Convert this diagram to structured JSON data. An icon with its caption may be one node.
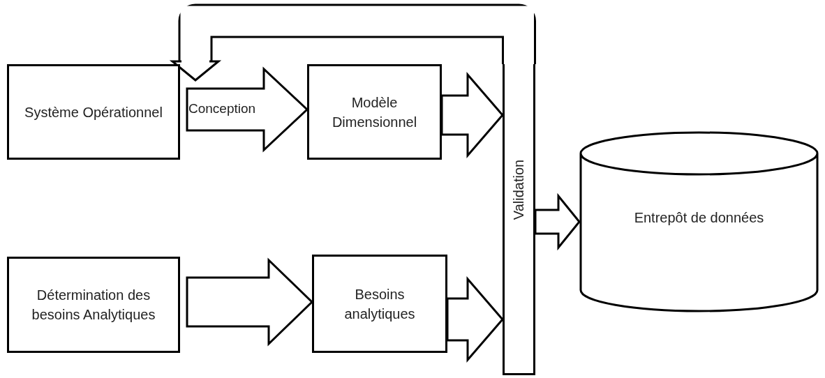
{
  "diagram": {
    "nodes": [
      {
        "text": [
          "Système Opérationnel"
        ]
      },
      {
        "text": [
          "Modèle Dimensionnel"
        ]
      },
      {
        "text": [
          "Détermination des besoins Analytiques"
        ]
      },
      {
        "text": [
          "Besoins analytiques"
        ]
      },
      {
        "text": [
          "Validation"
        ]
      },
      {
        "text": [
          "Entrepôt de données"
        ]
      }
    ],
    "edges": [
      {
        "from": 0,
        "to": 1,
        "arrow": "to",
        "label": "Conception"
      },
      {
        "from": 1,
        "to": 4,
        "arrow": "to"
      },
      {
        "from": 2,
        "to": 3,
        "arrow": "to"
      },
      {
        "from": 3,
        "to": 4,
        "arrow": "to"
      },
      {
        "from": 4,
        "to": 5,
        "arrow": "to"
      },
      {
        "from": 4,
        "to": 0,
        "arrow": "to"
      }
    ]
  }
}
